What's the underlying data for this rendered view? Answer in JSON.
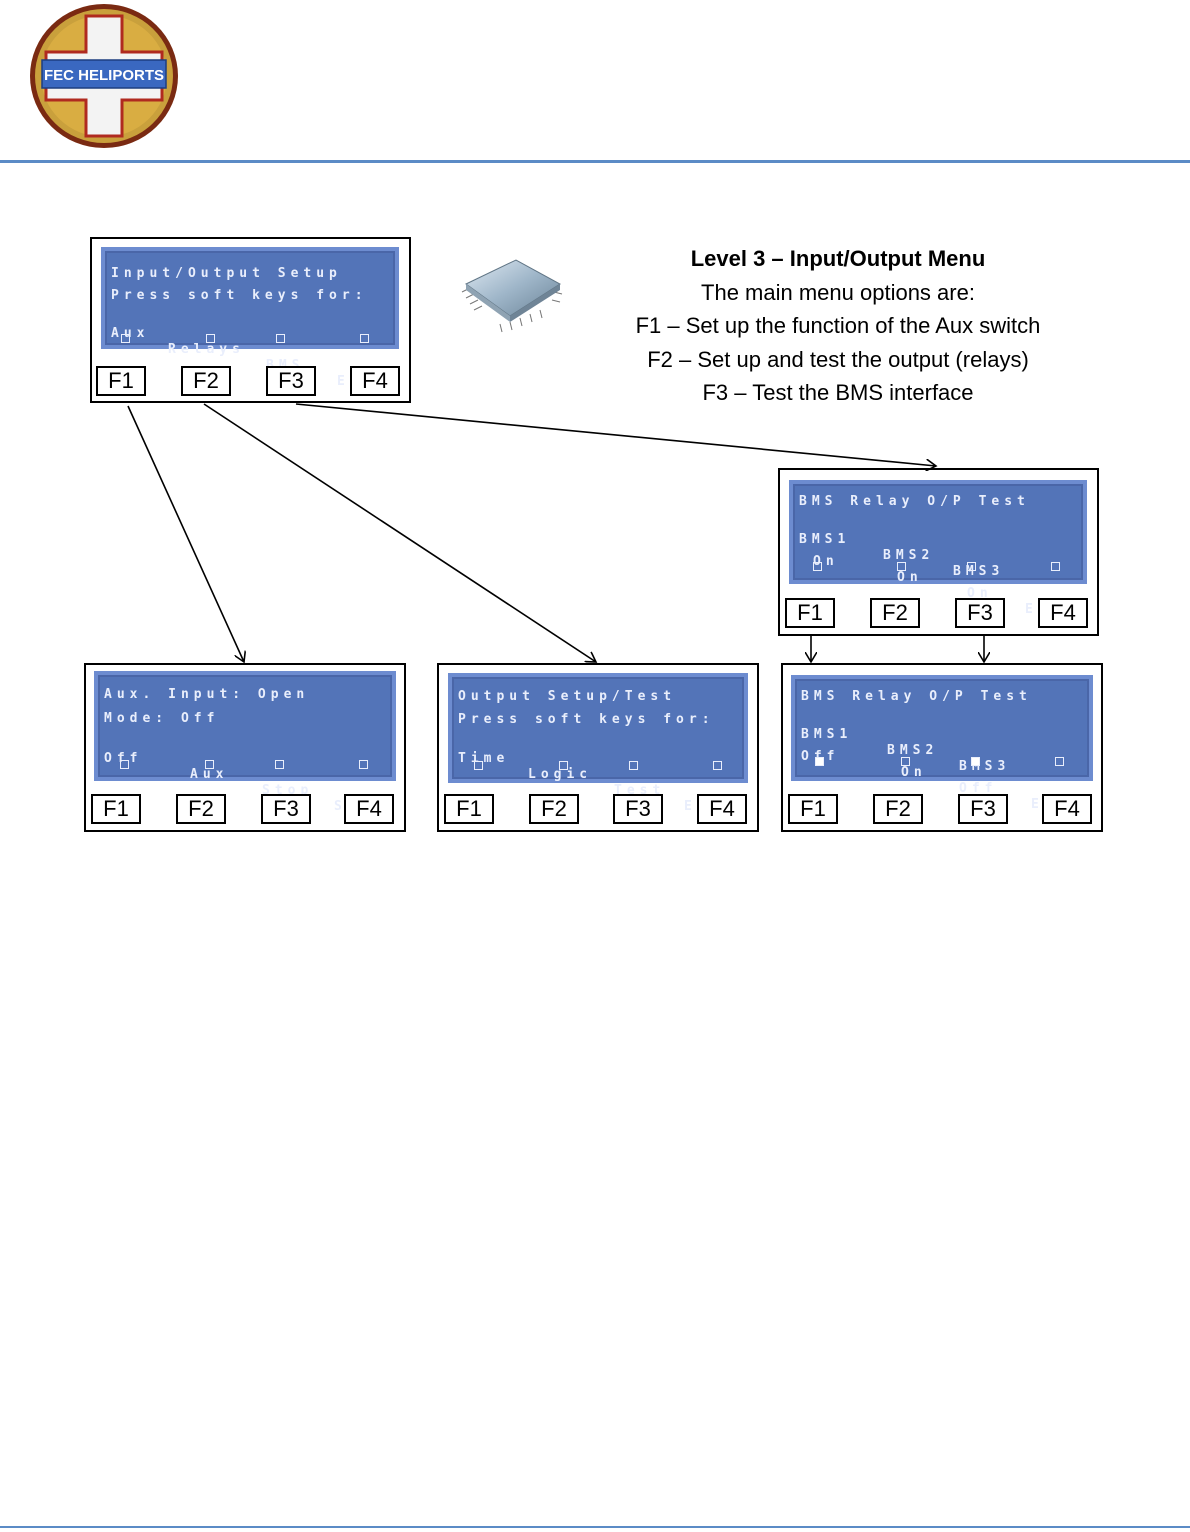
{
  "logo": {
    "text": "FEC HELIPORTS"
  },
  "description": {
    "title": "Level 3 – Input/Output Menu",
    "lines": [
      "The main menu options are:",
      "F1 – Set up the function of the Aux switch",
      "F2 – Set up and test the output (relays)",
      "F3 – Test the BMS interface"
    ]
  },
  "function_keys": [
    "F1",
    "F2",
    "F3",
    "F4"
  ],
  "screens": {
    "main": {
      "line1": "Input/Output Setup",
      "line2": "Press soft keys for:",
      "labels": [
        "Aux",
        "Relays",
        "BMS",
        "Exit"
      ]
    },
    "bms_test": {
      "line1": "BMS Relay O/P Test",
      "line2": [
        "BMS1",
        "BMS2",
        "BMS3"
      ],
      "labels": [
        "On",
        "On",
        "On",
        "Exit"
      ]
    },
    "aux": {
      "line1": "Aux. Input: Open",
      "line2": "Mode: Off",
      "labels": [
        "Off",
        "Aux",
        "Stop",
        "Save"
      ]
    },
    "output": {
      "line1": "Output Setup/Test",
      "line2": "Press soft keys for:",
      "labels": [
        "Time",
        "Logic",
        "Test",
        "Exit"
      ]
    },
    "bms_result": {
      "line1": "BMS Relay O/P Test",
      "line2": [
        "BMS1",
        "BMS2",
        "BMS3"
      ],
      "labels": [
        "Off",
        "On",
        "Off",
        "Exit"
      ]
    }
  },
  "colors": {
    "lcd": "#5374b8",
    "rule": "#5b8bc6"
  }
}
